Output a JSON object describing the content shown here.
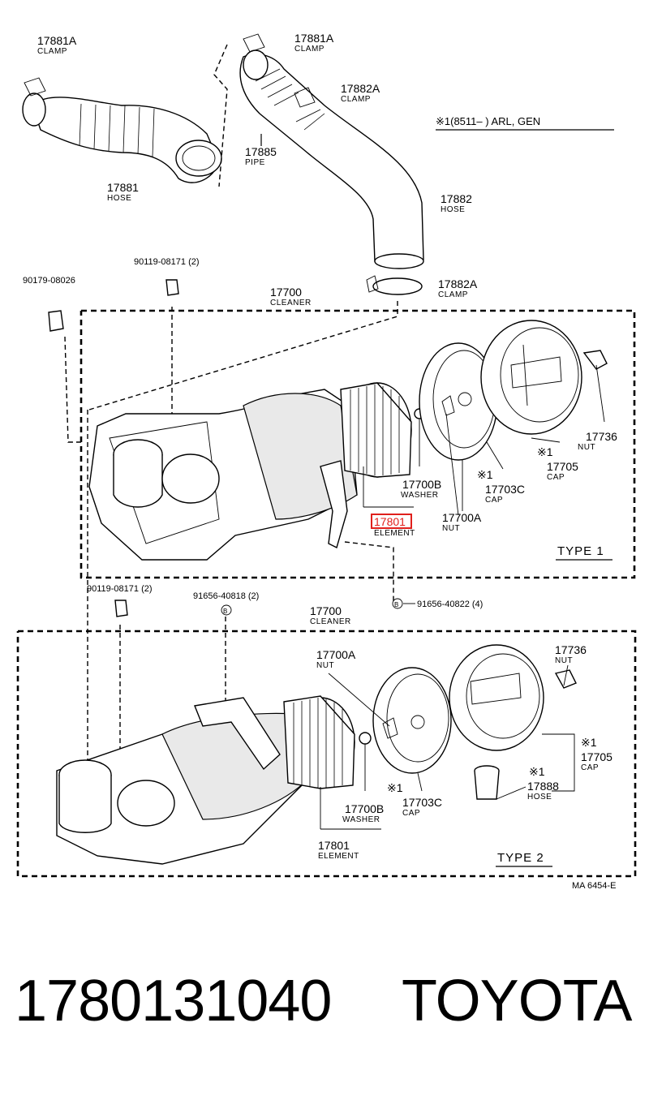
{
  "note": "※1(8511–       ) ARL, GEN",
  "diagram_code": "MA  6454-E",
  "type1_label": "TYPE  1",
  "type2_label": "TYPE  2",
  "callouts": {
    "c17881A_top_left": {
      "num": "17881A",
      "name": "CLAMP"
    },
    "c17881_hose": {
      "num": "17881",
      "name": "HOSE"
    },
    "c17881A_top_right": {
      "num": "17881A",
      "name": "CLAMP"
    },
    "c17882A_top": {
      "num": "17882A",
      "name": "CLAMP"
    },
    "c17885_pipe": {
      "num": "17885",
      "name": "PIPE"
    },
    "c17882_hose": {
      "num": "17882",
      "name": "HOSE"
    },
    "c17882A_low": {
      "num": "17882A",
      "name": "CLAMP"
    },
    "c90119_t1": {
      "num": "90119-08171 (2)"
    },
    "c90179": {
      "num": "90179-08026"
    },
    "c17700_t1": {
      "num": "17700",
      "name": "CLEANER"
    },
    "c17736_t1": {
      "num": "17736",
      "name": "NUT"
    },
    "c17705_t1": {
      "num": "17705",
      "name": "CAP",
      "mark": "※1"
    },
    "c17700B_t1": {
      "num": "17700B",
      "name": "WASHER"
    },
    "c17703C_t1": {
      "num": "17703C",
      "name": "CAP",
      "mark": "※1"
    },
    "c17801_t1": {
      "num": "17801",
      "name": "ELEMENT"
    },
    "c17700A_t1": {
      "num": "17700A",
      "name": "NUT"
    },
    "c90119_t2": {
      "num": "90119-08171 (2)"
    },
    "c91656_40818": {
      "num": "91656-40818 (2)",
      "mark": "B"
    },
    "c91656_40822": {
      "num": "91656-40822 (4)",
      "mark": "B"
    },
    "c17700_t2": {
      "num": "17700",
      "name": "CLEANER"
    },
    "c17700A_t2": {
      "num": "17700A",
      "name": "NUT"
    },
    "c17736_t2": {
      "num": "17736",
      "name": "NUT"
    },
    "c17705_t2": {
      "num": "17705",
      "name": "CAP",
      "mark": "※1"
    },
    "c17888_t2": {
      "num": "17888",
      "name": "HOSE",
      "mark": "※1"
    },
    "c17703C_t2": {
      "num": "17703C",
      "name": "CAP",
      "mark": "※1"
    },
    "c17700B_t2": {
      "num": "17700B",
      "name": "WASHER"
    },
    "c17801_t2": {
      "num": "17801",
      "name": "ELEMENT"
    }
  },
  "highlight_color": "#e0201c",
  "footer": {
    "part_number": "1780131040",
    "brand": "TOYOTA"
  }
}
